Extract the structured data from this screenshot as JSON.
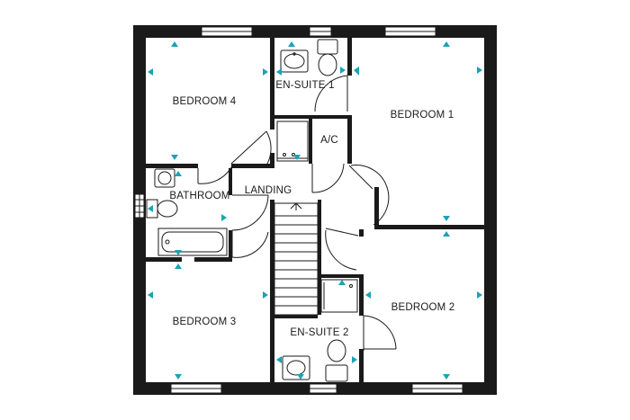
{
  "floorplan": {
    "rooms": [
      {
        "id": "bedroom-4",
        "label": "BEDROOM 4"
      },
      {
        "id": "en-suite-1",
        "label": "EN-SUITE 1"
      },
      {
        "id": "bedroom-1",
        "label": "BEDROOM 1"
      },
      {
        "id": "ac",
        "label": "A/C"
      },
      {
        "id": "bathroom",
        "label": "BATHROOM"
      },
      {
        "id": "landing",
        "label": "LANDING"
      },
      {
        "id": "bedroom-3",
        "label": "BEDROOM 3"
      },
      {
        "id": "en-suite-2",
        "label": "EN-SUITE 2"
      },
      {
        "id": "bedroom-2",
        "label": "BEDROOM 2"
      }
    ],
    "colors": {
      "wall": "#1a1a1a",
      "marker": "#1aa3b5",
      "background": "#ffffff"
    },
    "icons": [
      "door-swing-icon",
      "window-icon",
      "wc-icon",
      "basin-icon",
      "shower-tray-icon",
      "bath-icon",
      "staircase-icon",
      "marker-icon"
    ]
  }
}
